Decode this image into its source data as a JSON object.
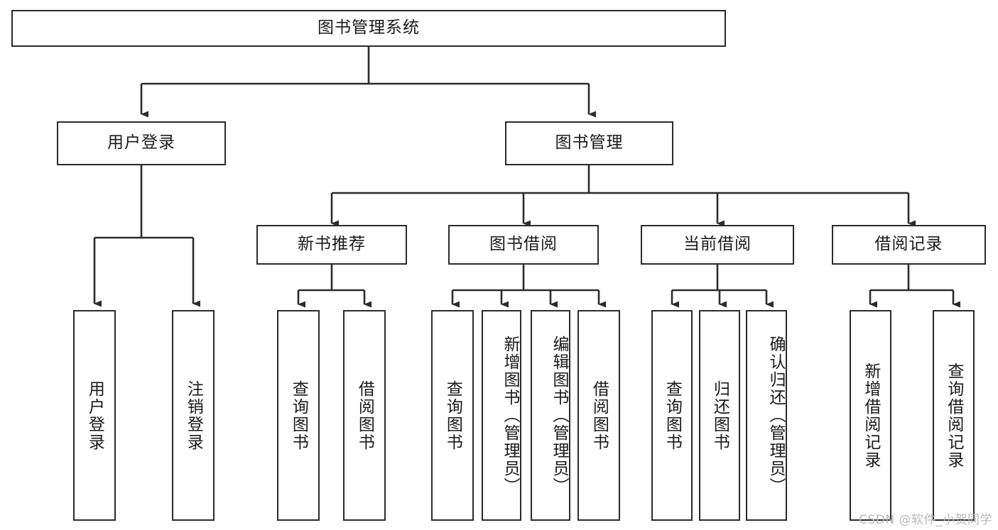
{
  "diagram": {
    "title": "图书管理系统",
    "type": "tree-hierarchy-diagram",
    "colors": {
      "box_border": "#2b2b2b",
      "background": "#ffffff",
      "text": "#1a1a1a",
      "edge": "#2b2b2b",
      "watermark": "#b9b9b9"
    },
    "root": {
      "label": "图书管理系统"
    },
    "level2": [
      {
        "label": "用户登录"
      },
      {
        "label": "图书管理"
      }
    ],
    "level3": [
      {
        "label": "新书推荐"
      },
      {
        "label": "图书借阅"
      },
      {
        "label": "当前借阅"
      },
      {
        "label": "借阅记录"
      }
    ],
    "leaves": {
      "user_login": [
        {
          "label": "用户登录"
        },
        {
          "label": "注销登录"
        }
      ],
      "new_book_recommend": [
        {
          "label": "查询图书"
        },
        {
          "label": "借阅图书"
        }
      ],
      "book_borrow": [
        {
          "label": "查询图书"
        },
        {
          "label": "新增图书（管理员）"
        },
        {
          "label": "编辑图书（管理员）"
        },
        {
          "label": "借阅图书"
        }
      ],
      "current_borrow": [
        {
          "label": "查询图书"
        },
        {
          "label": "归还图书"
        },
        {
          "label": "确认归还（管理员）"
        }
      ],
      "borrow_record": [
        {
          "label": "新增借阅记录"
        },
        {
          "label": "查询借阅记录"
        }
      ]
    }
  },
  "watermark": {
    "text": "CSDN @软件_小贺同学"
  }
}
